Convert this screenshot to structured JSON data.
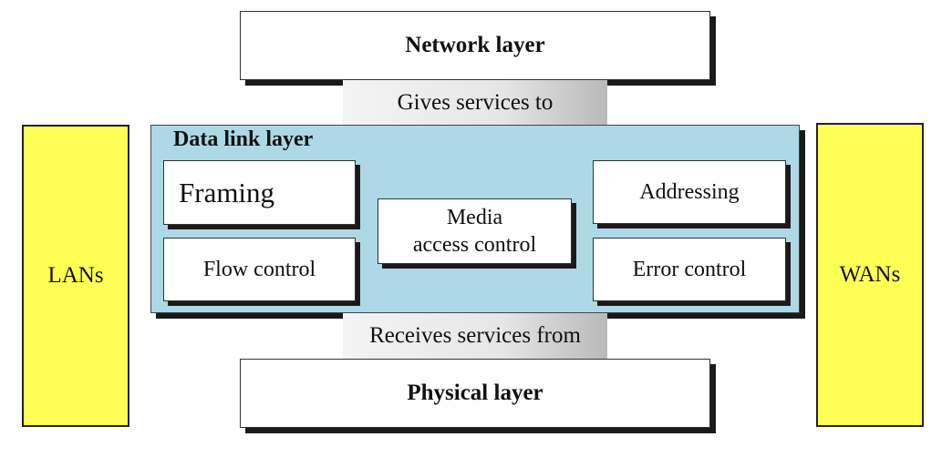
{
  "top_layer": {
    "label": "Network layer"
  },
  "bottom_layer": {
    "label": "Physical layer"
  },
  "connector_top": {
    "label": "Gives services to"
  },
  "connector_bottom": {
    "label": "Receives services from"
  },
  "data_link_layer": {
    "title": "Data link layer",
    "functions": {
      "framing": "Framing",
      "flow_control": "Flow control",
      "media_access_line1": "Media",
      "media_access_line2": "access control",
      "addressing": "Addressing",
      "error_control": "Error control"
    }
  },
  "side_left": {
    "label": "LANs"
  },
  "side_right": {
    "label": "WANs"
  },
  "colors": {
    "data_link_layer_bg": "#add8e6",
    "side_boxes_bg": "#ffff55",
    "layer_boxes_bg": "#ffffff"
  }
}
